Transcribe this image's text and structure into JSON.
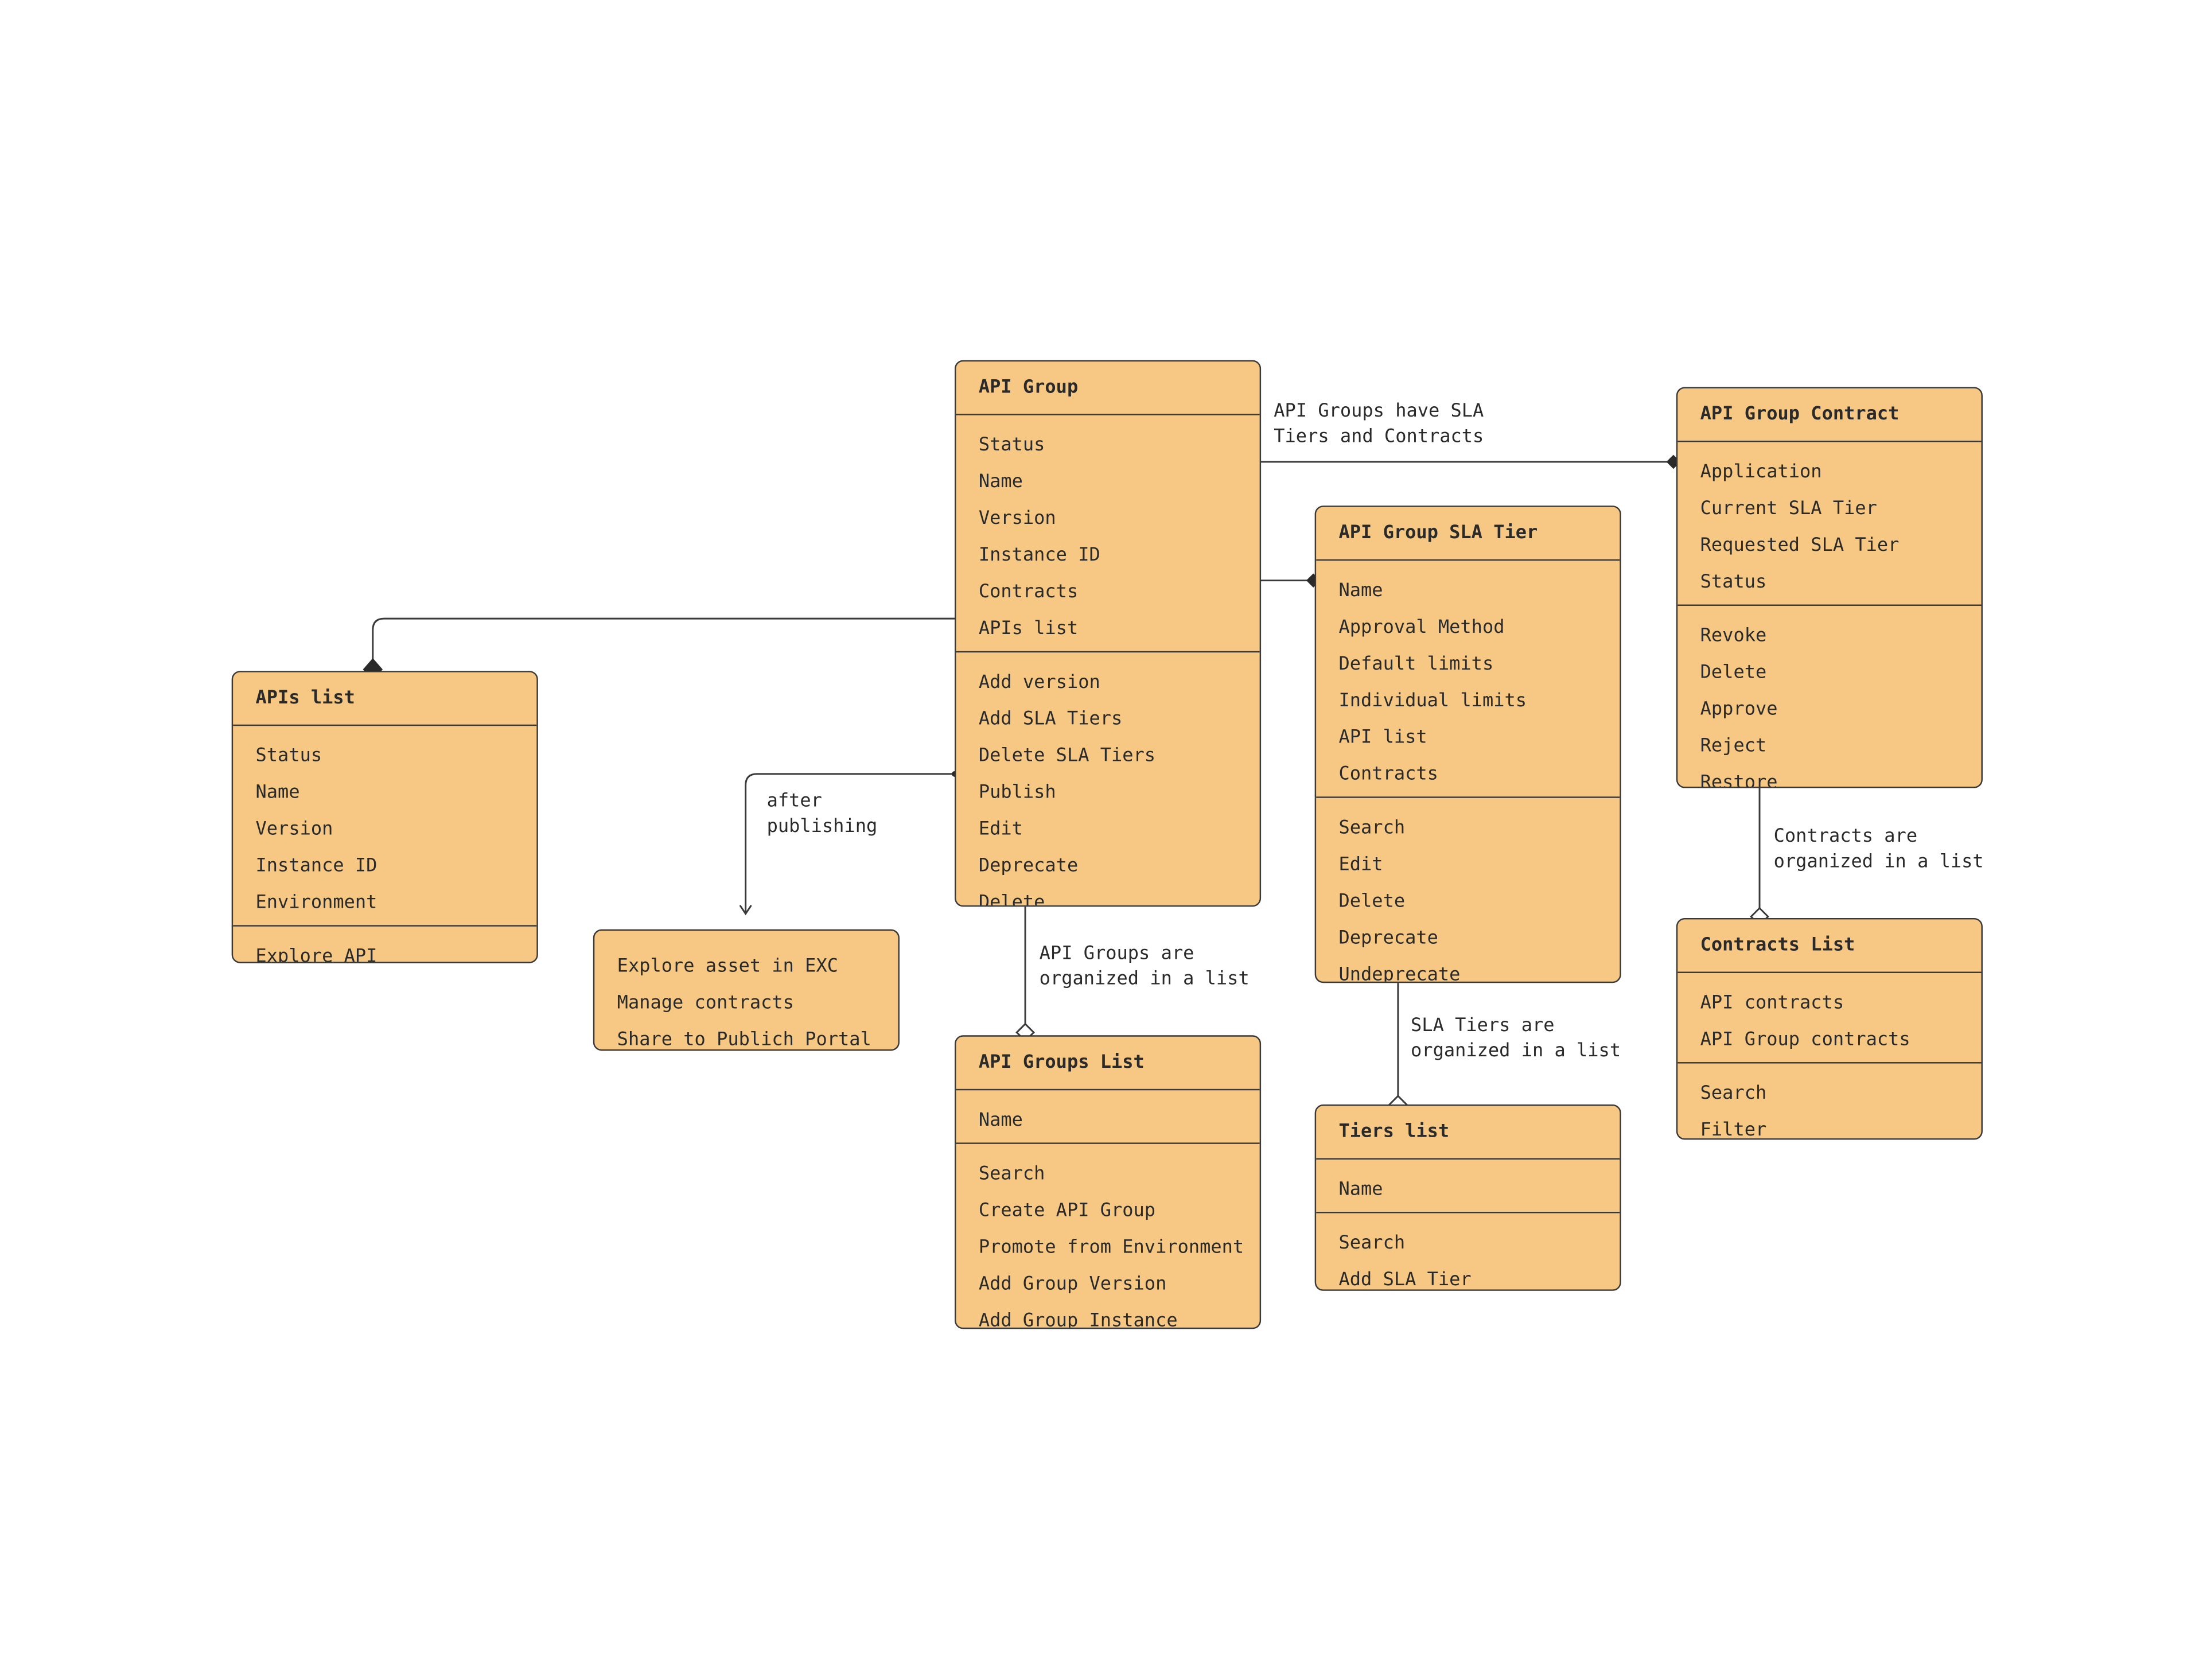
{
  "boxes": {
    "api_group": {
      "title": "API Group",
      "sections": [
        [
          "Status",
          "Name",
          "Version",
          "Instance ID",
          "Contracts",
          "APIs list"
        ],
        [
          "Add version",
          "Add SLA Tiers",
          "Delete SLA Tiers",
          "Publish",
          "Edit",
          "Deprecate",
          "Delete"
        ]
      ]
    },
    "api_group_contract": {
      "title": "API Group Contract",
      "sections": [
        [
          "Application",
          "Current SLA Tier",
          "Requested SLA Tier",
          "Status"
        ],
        [
          "Revoke",
          "Delete",
          "Approve",
          "Reject",
          "Restore"
        ]
      ]
    },
    "api_group_sla_tier": {
      "title": "API Group SLA Tier",
      "sections": [
        [
          "Name",
          "Approval Method",
          "Default limits",
          "Individual limits",
          "API list",
          "Contracts"
        ],
        [
          "Search",
          "Edit",
          "Delete",
          "Deprecate",
          "Undeprecate"
        ]
      ]
    },
    "apis_list": {
      "title": "APIs list",
      "sections": [
        [
          "Status",
          "Name",
          "Version",
          "Instance ID",
          "Environment"
        ],
        [
          "Explore API"
        ]
      ]
    },
    "publish_actions": {
      "title": "",
      "sections": [
        [
          "Explore asset in EXC",
          "Manage contracts",
          "Share to Publich Portal"
        ]
      ]
    },
    "api_groups_list": {
      "title": "API Groups List",
      "sections": [
        [
          "Name"
        ],
        [
          "Search",
          "Create API Group",
          "Promote from Environment",
          "Add Group Version",
          "Add Group Instance"
        ]
      ]
    },
    "tiers_list": {
      "title": "Tiers list",
      "sections": [
        [
          "Name"
        ],
        [
          "Search",
          "Add SLA Tier"
        ]
      ]
    },
    "contracts_list": {
      "title": "Contracts List",
      "sections": [
        [
          "API contracts",
          "API Group contracts"
        ],
        [
          "Search",
          "Filter"
        ]
      ]
    }
  },
  "notes": {
    "sla_and_contracts": "API Groups have SLA\nTiers and Contracts",
    "after_publishing": "after\npublishing",
    "groups_in_list": "API Groups are\norganized in a list",
    "tiers_in_list": "SLA Tiers are\norganized in a list",
    "contracts_in_list": "Contracts are\norganized in a list"
  },
  "colors": {
    "box_fill": "#f6c884",
    "stroke": "#3a3a3a",
    "text": "#2a2a2a"
  }
}
